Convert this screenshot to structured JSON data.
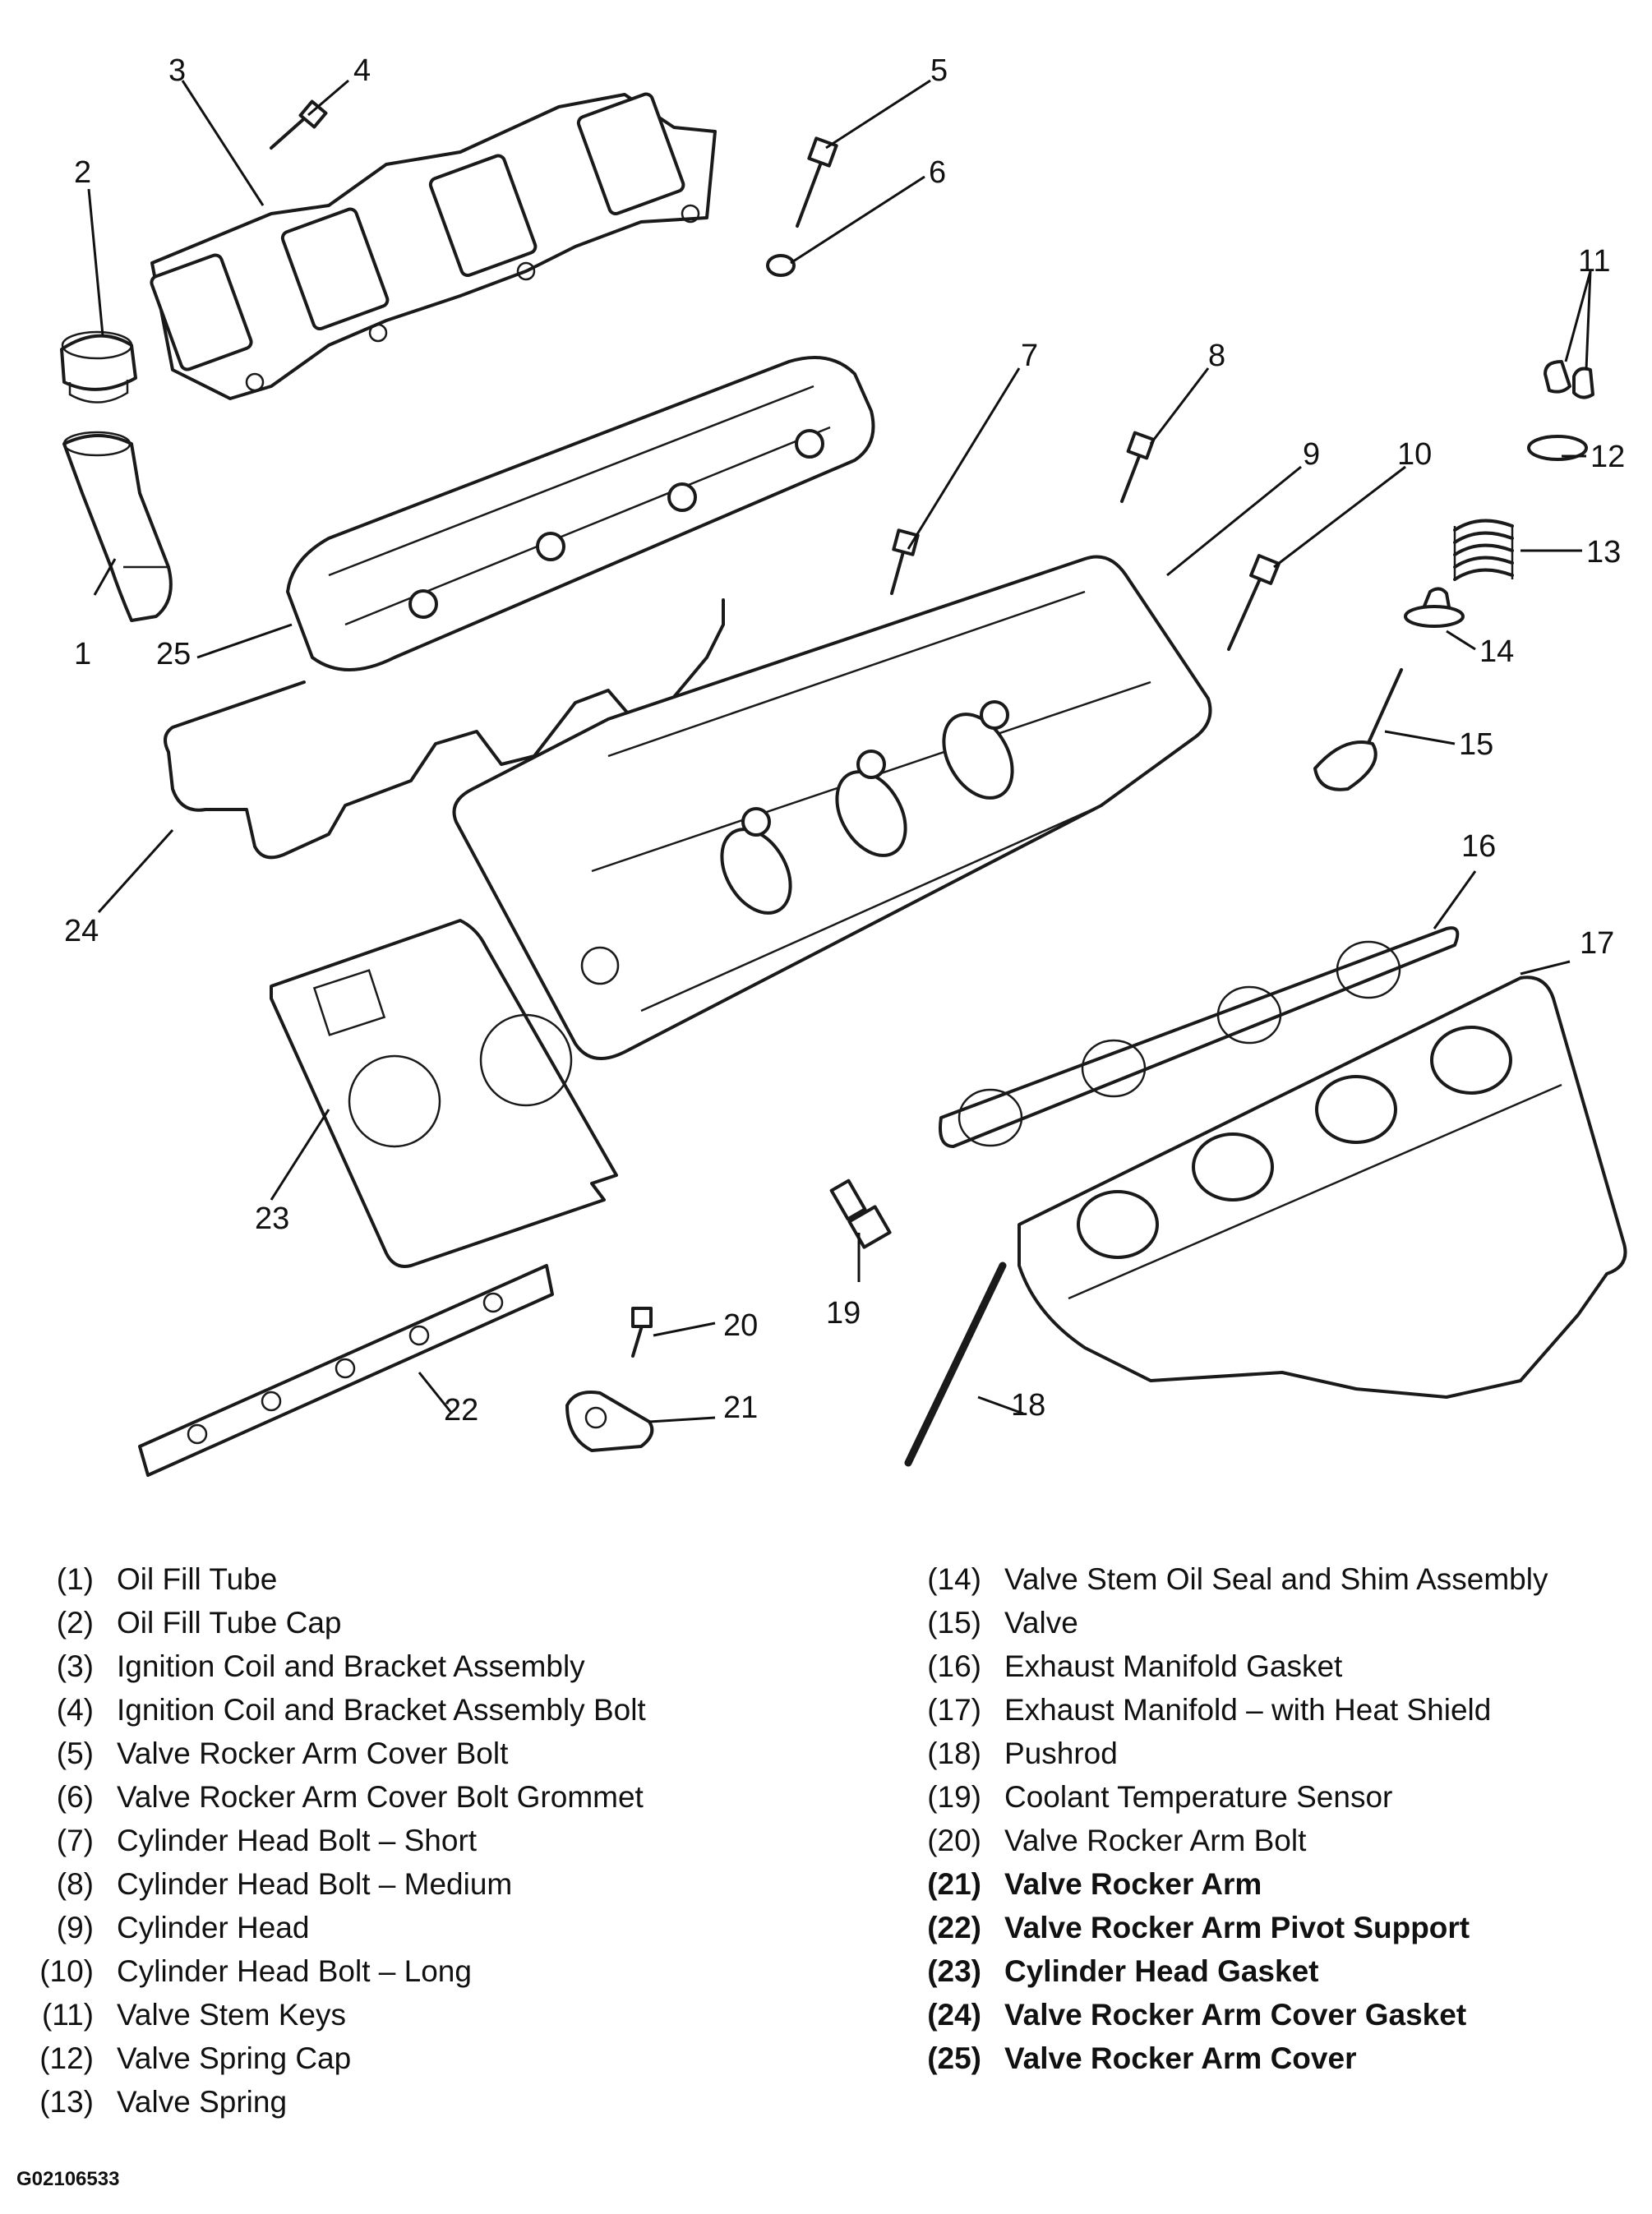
{
  "callouts": [
    "1",
    "2",
    "3",
    "4",
    "5",
    "6",
    "7",
    "8",
    "9",
    "10",
    "11",
    "12",
    "13",
    "14",
    "15",
    "16",
    "17",
    "18",
    "19",
    "20",
    "21",
    "22",
    "23",
    "24",
    "25"
  ],
  "legend_left": [
    {
      "num": "(1)",
      "text": "Oil Fill Tube"
    },
    {
      "num": "(2)",
      "text": "Oil Fill Tube Cap"
    },
    {
      "num": "(3)",
      "text": "Ignition Coil and Bracket Assembly"
    },
    {
      "num": "(4)",
      "text": "Ignition Coil and Bracket Assembly Bolt"
    },
    {
      "num": "(5)",
      "text": "Valve Rocker Arm Cover Bolt"
    },
    {
      "num": "(6)",
      "text": "Valve Rocker Arm Cover Bolt Grommet"
    },
    {
      "num": "(7)",
      "text": "Cylinder Head Bolt – Short"
    },
    {
      "num": "(8)",
      "text": "Cylinder Head Bolt – Medium"
    },
    {
      "num": "(9)",
      "text": "Cylinder Head"
    },
    {
      "num": "(10)",
      "text": "Cylinder Head Bolt – Long"
    },
    {
      "num": "(11)",
      "text": "Valve Stem Keys"
    },
    {
      "num": "(12)",
      "text": "Valve Spring Cap"
    },
    {
      "num": "(13)",
      "text": "Valve Spring"
    }
  ],
  "legend_right": [
    {
      "num": "(14)",
      "text": "Valve Stem Oil Seal and Shim Assembly"
    },
    {
      "num": "(15)",
      "text": "Valve"
    },
    {
      "num": "(16)",
      "text": "Exhaust Manifold Gasket"
    },
    {
      "num": "(17)",
      "text": "Exhaust Manifold – with Heat Shield"
    },
    {
      "num": "(18)",
      "text": "Pushrod"
    },
    {
      "num": "(19)",
      "text": "Coolant Temperature Sensor"
    },
    {
      "num": "(20)",
      "text": "Valve Rocker Arm Bolt"
    },
    {
      "num": "(21)",
      "text": "Valve Rocker Arm"
    },
    {
      "num": "(22)",
      "text": "Valve Rocker Arm Pivot Support"
    },
    {
      "num": "(23)",
      "text": "Cylinder Head Gasket"
    },
    {
      "num": "(24)",
      "text": "Valve Rocker Arm Cover Gasket"
    },
    {
      "num": "(25)",
      "text": "Valve Rocker Arm Cover"
    }
  ],
  "figure_id": "G02106533"
}
